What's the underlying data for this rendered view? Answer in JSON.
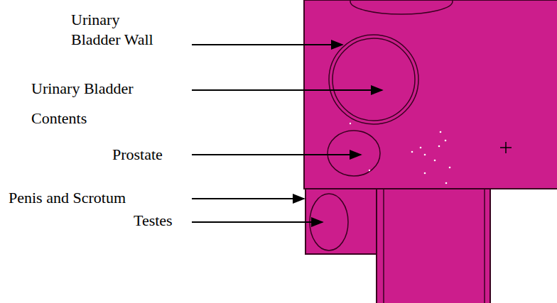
{
  "diagram": {
    "labels": [
      "Urinary Bladder Wall",
      "Urinary Bladder Contents",
      "Prostate",
      "Penis and Scrotum",
      "Testes"
    ]
  }
}
